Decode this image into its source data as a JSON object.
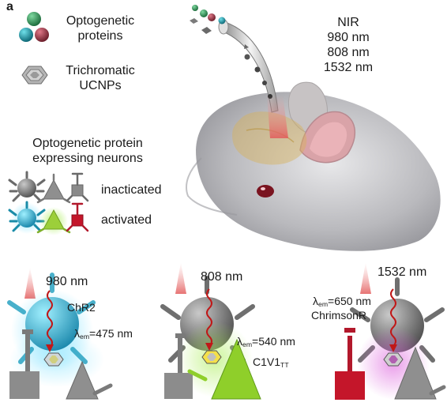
{
  "figure": {
    "panel_label": "a"
  },
  "legend": {
    "proteins_line1": "Optogenetic",
    "proteins_line2": "proteins",
    "ucnp_line1": "Trichromatic",
    "ucnp_line2": "UCNPs",
    "neurons_line1": "Optogenetic protein",
    "neurons_line2": "expressing neurons",
    "inactivated": "inacticated",
    "activated": "activated"
  },
  "nir": {
    "title": "NIR",
    "wavelengths": [
      "980 nm",
      "808 nm",
      "1532 nm"
    ]
  },
  "panels": [
    {
      "excitation": "980 nm",
      "opsin": "ChR2",
      "emission_symbol": "λ",
      "emission_sub": "em",
      "emission_value": "=475 nm"
    },
    {
      "excitation": "808 nm",
      "opsin_main": "C1V1",
      "opsin_sub": "TT",
      "emission_symbol": "λ",
      "emission_sub": "em",
      "emission_value": "=540 nm"
    },
    {
      "excitation": "1532 nm",
      "opsin": "ChrimsonR",
      "emission_symbol": "λ",
      "emission_sub": "em",
      "emission_value": "=650 nm"
    }
  ],
  "colors": {
    "blue_neuron": "#3bb3cf",
    "green_neuron": "#8cc63f",
    "red_neuron": "#c4162a",
    "gray_neuron": "#8a8a8a",
    "protein_green": "#3a9a5c",
    "protein_teal": "#1f8c9a",
    "protein_maroon": "#9a3a4a"
  }
}
